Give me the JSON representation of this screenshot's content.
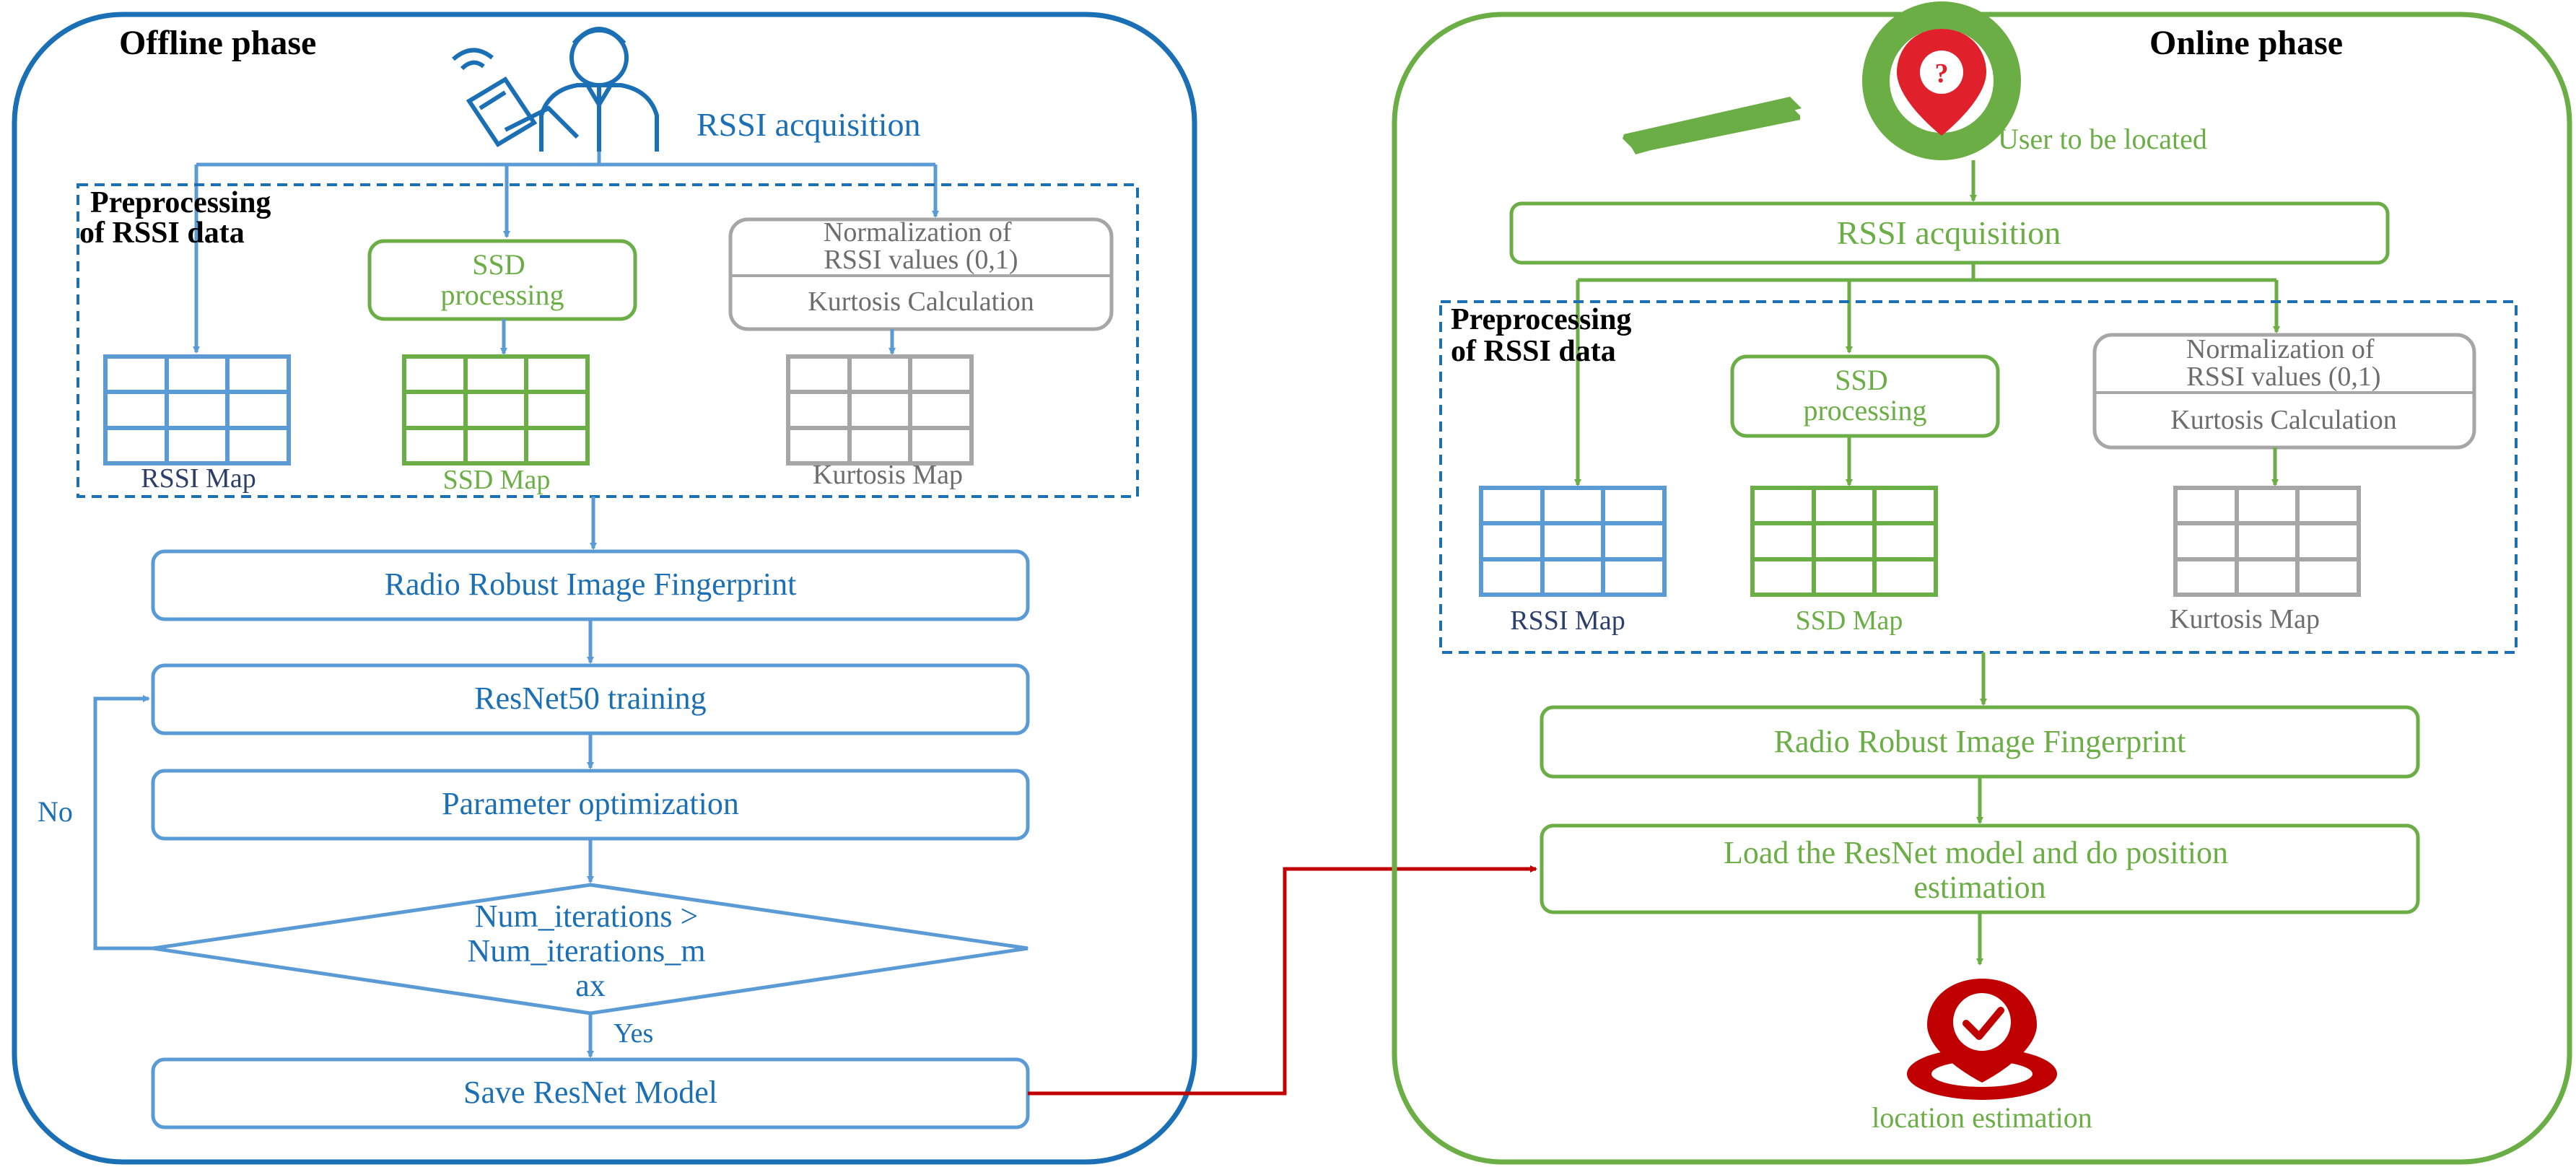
{
  "offline": {
    "title": "Offline phase",
    "rssi_acquisition": "RSSI acquisition",
    "preprocessing_line1": "Preprocessing",
    "preprocessing_line2": "of RSSI data",
    "ssd_line1": "SSD",
    "ssd_line2": "processing",
    "norm_line1": "Normalization of",
    "norm_line2": "RSSI values (0,1)",
    "kurtosis_calc": "Kurtosis Calculation",
    "rssi_map": "RSSI Map",
    "ssd_map": "SSD Map",
    "kurtosis_map": "Kurtosis Map",
    "fingerprint": "Radio Robust Image Fingerprint",
    "training": "ResNet50 training",
    "param_opt": "Parameter optimization",
    "decision_line1": "Num_iterations >",
    "decision_line2": "Num_iterations_m",
    "decision_line3": "ax",
    "no_label": "No",
    "yes_label": "Yes",
    "save_model": "Save ResNet Model"
  },
  "online": {
    "title": "Online phase",
    "user_label": "User to be located",
    "rssi_acquisition": "RSSI acquisition",
    "preprocessing_line1": "Preprocessing",
    "preprocessing_line2": "of RSSI data",
    "ssd_line1": "SSD",
    "ssd_line2": "processing",
    "norm_line1": "Normalization of",
    "norm_line2": "RSSI values (0,1)",
    "kurtosis_calc": "Kurtosis Calculation",
    "rssi_map": "RSSI Map",
    "ssd_map": "SSD Map",
    "kurtosis_map": "Kurtosis Map",
    "fingerprint": "Radio Robust Image Fingerprint",
    "load_line1": "Load the ResNet model and do position",
    "load_line2": "estimation",
    "location_label": "location estimation",
    "pin_icon_symbol": "?"
  },
  "colors": {
    "blue": "#1a6fb5",
    "light_blue": "#5b9bd5",
    "green": "#6bae45",
    "gray": "#a6a6a6",
    "red": "#c00000"
  }
}
